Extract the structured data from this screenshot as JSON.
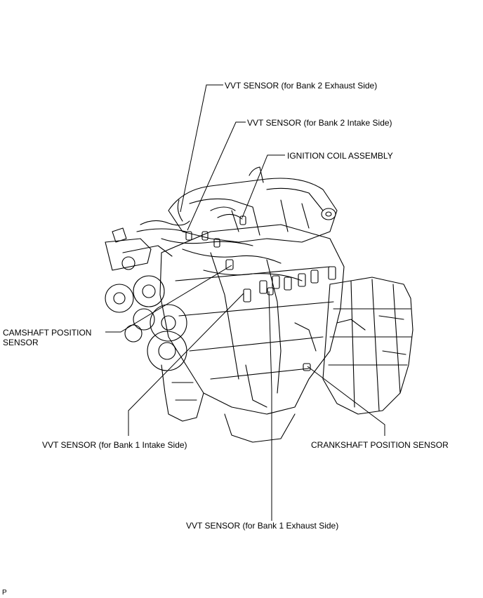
{
  "labels": {
    "bank2_exhaust": "VVT SENSOR (for Bank 2 Exhaust Side)",
    "bank2_intake": "VVT SENSOR (for Bank 2 Intake Side)",
    "ignition_coil": "IGNITION  COIL ASSEMBLY",
    "camshaft_line1": "CAMSHAFT POSITION",
    "camshaft_line2": "SENSOR",
    "bank1_intake": "VVT SENSOR (for Bank 1 Intake Side)",
    "crankshaft": "CRANKSHAFT POSITION SENSOR",
    "bank1_exhaust": "VVT SENSOR (for Bank 1 Exhaust Side)",
    "corner_mark": "P"
  }
}
